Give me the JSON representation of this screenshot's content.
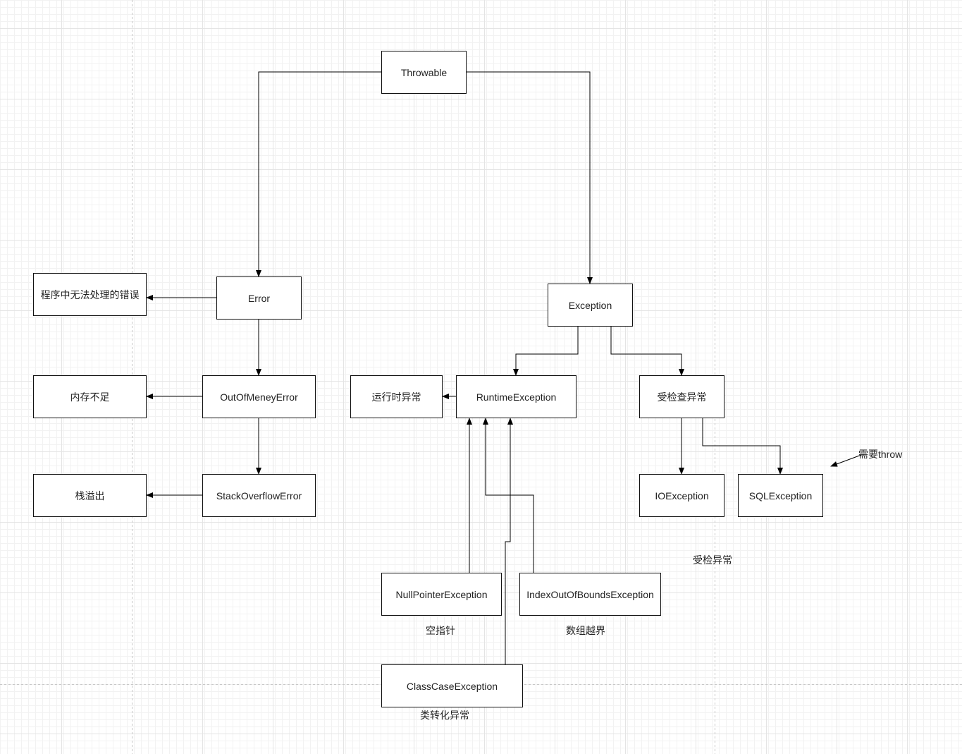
{
  "nodes": {
    "throwable": "Throwable",
    "error": "Error",
    "exception": "Exception",
    "error_desc": "程序中无法处理的错误",
    "out_of_memory_error": "OutOfMeneyError",
    "out_of_memory_desc": "内存不足",
    "stack_overflow_error": "StackOverflowError",
    "stack_overflow_desc": "栈溢出",
    "runtime_exception": "RuntimeException",
    "runtime_desc": "运行时异常",
    "checked_exception": "受检查异常",
    "io_exception": "IOException",
    "sql_exception": "SQLException",
    "null_pointer_exception": "NullPointerException",
    "index_out_of_bounds_exception": "IndexOutOfBoundsException",
    "class_case_exception": "ClassCaseException"
  },
  "labels": {
    "throw_note": "需要throw",
    "checked_note": "受检异常",
    "null_pointer_note": "空指针",
    "index_note": "数组越界",
    "class_cast_note": "类转化异常"
  },
  "colors": {
    "line": "#000000",
    "node_border": "#111111",
    "grid_minor": "#f2f2f2",
    "grid_major": "#e4e4e4",
    "page_break": "#c8c8c8"
  }
}
